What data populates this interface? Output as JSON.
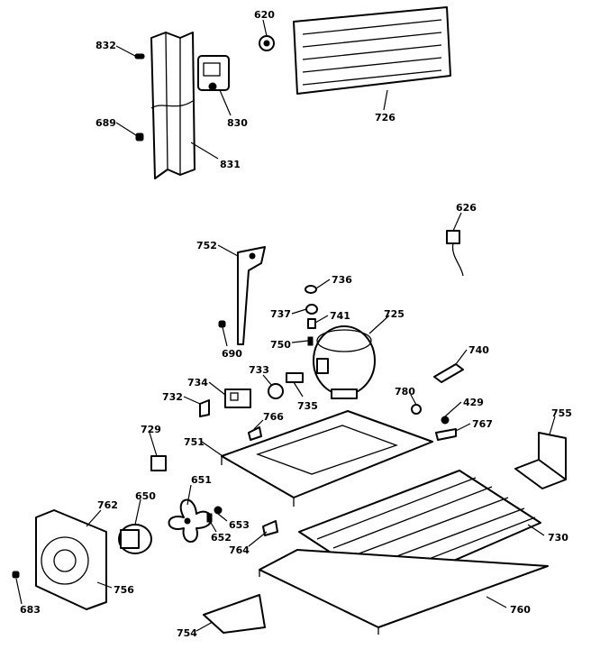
{
  "callouts": [
    "832",
    "620",
    "726",
    "689",
    "830",
    "831",
    "626",
    "752",
    "736",
    "737",
    "741",
    "725",
    "690",
    "750",
    "740",
    "734",
    "733",
    "732",
    "735",
    "780",
    "429",
    "766",
    "767",
    "755",
    "729",
    "751",
    "651",
    "650",
    "762",
    "653",
    "652",
    "764",
    "730",
    "756",
    "683",
    "760",
    "754"
  ]
}
